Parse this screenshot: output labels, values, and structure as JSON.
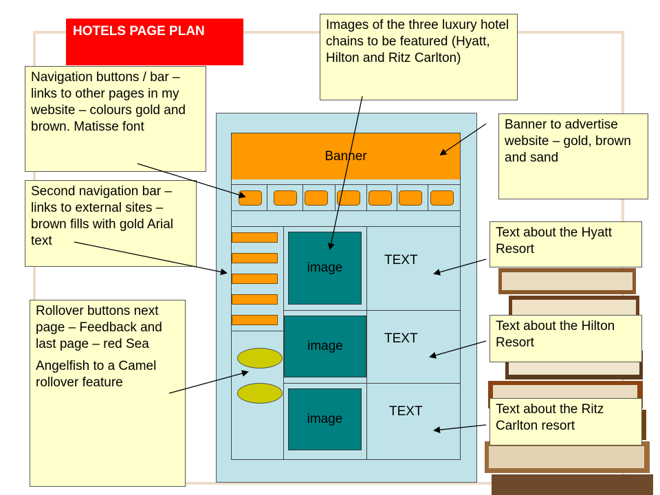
{
  "title": "HOTELS  PAGE PLAN",
  "notes": {
    "navigation": "Navigation buttons / bar – links to other pages in my website – colours gold and brown. Matisse font",
    "second_navigation": "Second navigation bar – links to external sites – brown fills with gold Arial text",
    "rollover_1": "Rollover buttons next page – Feedback and last page – red Sea",
    "rollover_2": "Angelfish to a Camel rollover feature",
    "images": "Images of the three luxury hotel chains to be featured (Hyatt, Hilton and Ritz Carlton)",
    "banner": "Banner to advertise website – gold, brown and sand",
    "hyatt": "Text about the Hyatt Resort",
    "hilton": "Text about the Hilton Resort",
    "ritz": "Text about the Ritz Carlton resort"
  },
  "mockup": {
    "banner_label": "Banner",
    "image_label": "image",
    "text_label": "TEXT"
  },
  "colors": {
    "title_bg": "#ff0000",
    "note_bg": "#ffffcc",
    "mockup_bg": "#bfe3e9",
    "banner": "#ff9900",
    "image": "#008080",
    "oval": "#cccc00"
  }
}
